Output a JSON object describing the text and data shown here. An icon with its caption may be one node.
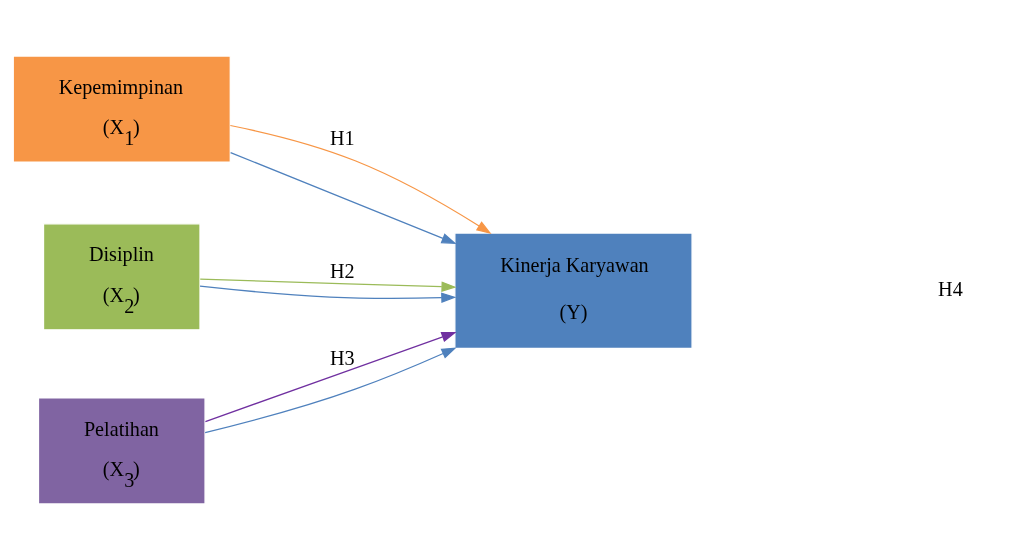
{
  "diagram": {
    "nodes": [
      {
        "text": [
          "Kepemimpinan",
          "(X$_{1}$)"
        ]
      },
      {
        "text": [
          "Disiplin",
          "(X$_{2}$)"
        ]
      },
      {
        "text": [
          "Pelatihan",
          "(X$_{3}$)"
        ]
      },
      {
        "text": [
          "Kinerja Karyawan",
          "(Y)"
        ]
      }
    ],
    "edges": [
      {
        "from": 0,
        "to": 3,
        "arrow": "to",
        "label": "H1",
        "color": "#f79646"
      },
      {
        "from": 1,
        "to": 3,
        "arrow": "to",
        "label": "H2",
        "color": "#9bbb59"
      },
      {
        "from": 2,
        "to": 3,
        "arrow": "to",
        "label": "H3",
        "color": "#7030a0"
      },
      {
        "from": 0,
        "to": 3,
        "arrow": "to",
        "color": "#4f81bd"
      },
      {
        "from": 1,
        "to": 3,
        "arrow": "to",
        "color": "#4f81bd"
      },
      {
        "from": 2,
        "to": 3,
        "arrow": "to",
        "color": "#4f81bd"
      }
    ],
    "labels": [
      "H4"
    ]
  }
}
